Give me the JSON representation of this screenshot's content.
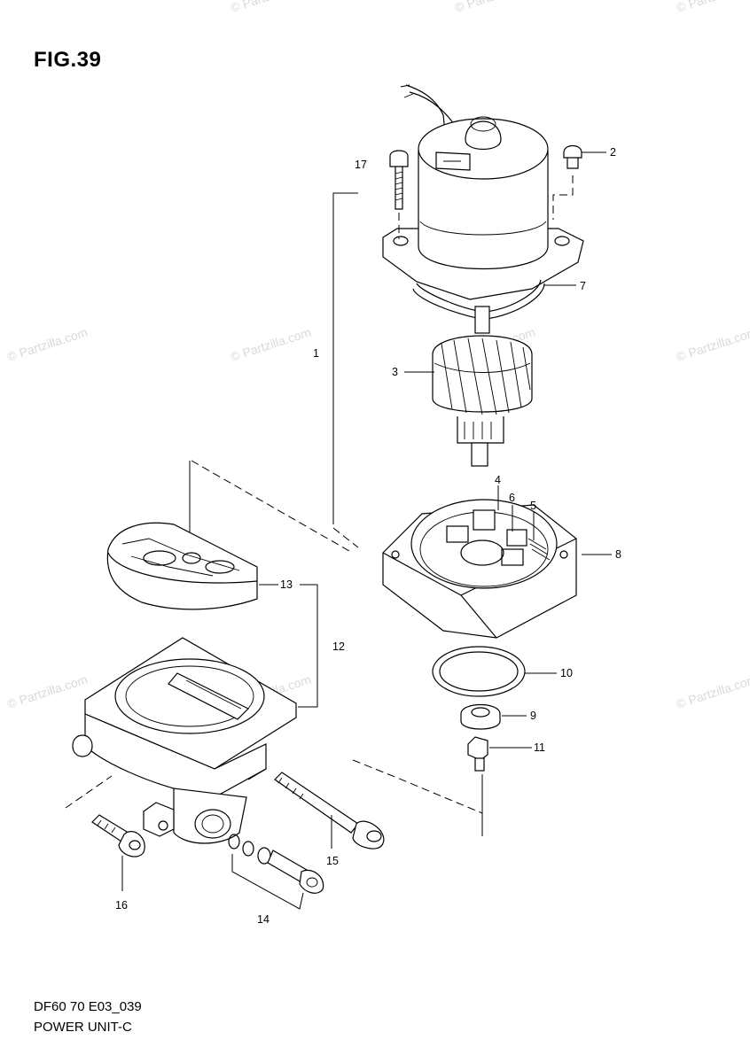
{
  "figure": {
    "title": "FIG.39",
    "footer_code": "DF60 70 E03_039",
    "footer_name": "POWER UNIT-C"
  },
  "watermark": {
    "text": "© Partzilla.com"
  },
  "callouts": {
    "c1": "1",
    "c2": "2",
    "c3": "3",
    "c4": "4",
    "c5": "5",
    "c6": "6",
    "c7": "7",
    "c8": "8",
    "c9": "9",
    "c10": "10",
    "c11": "11",
    "c12": "12",
    "c13": "13",
    "c14": "14",
    "c15": "15",
    "c16": "16",
    "c17": "17"
  }
}
